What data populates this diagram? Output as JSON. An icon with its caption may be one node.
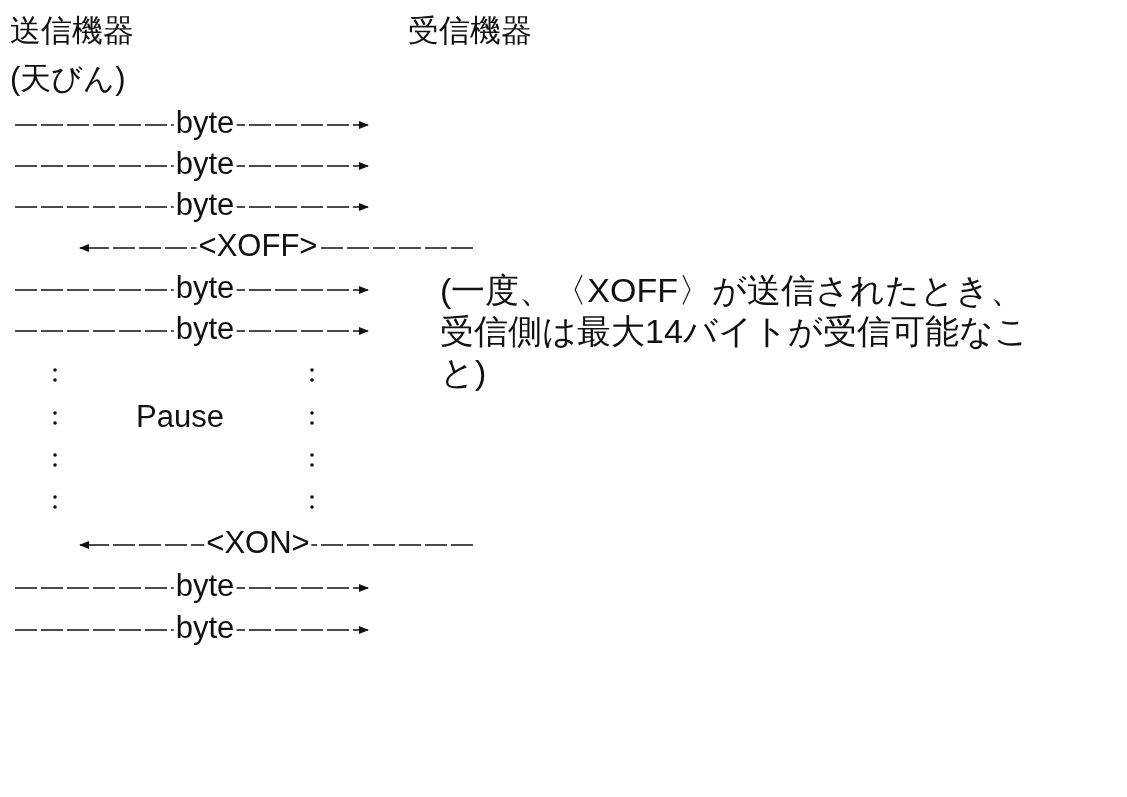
{
  "diagram": {
    "nodes": [
      {
        "text": [
          "送信機器"
        ],
        "beside": [
          "(天びん)"
        ]
      },
      {
        "text": [
          "受信機器"
        ]
      }
    ],
    "labels": [
      "byte",
      "byte",
      "byte",
      "<XOFF>",
      "byte",
      "(一度、〈XOFF〉が送信されたとき、受信側は最大14バイトが受信可能なこと)",
      "byte",
      "Pause",
      "<XON>",
      "byte",
      "byte"
    ]
  }
}
